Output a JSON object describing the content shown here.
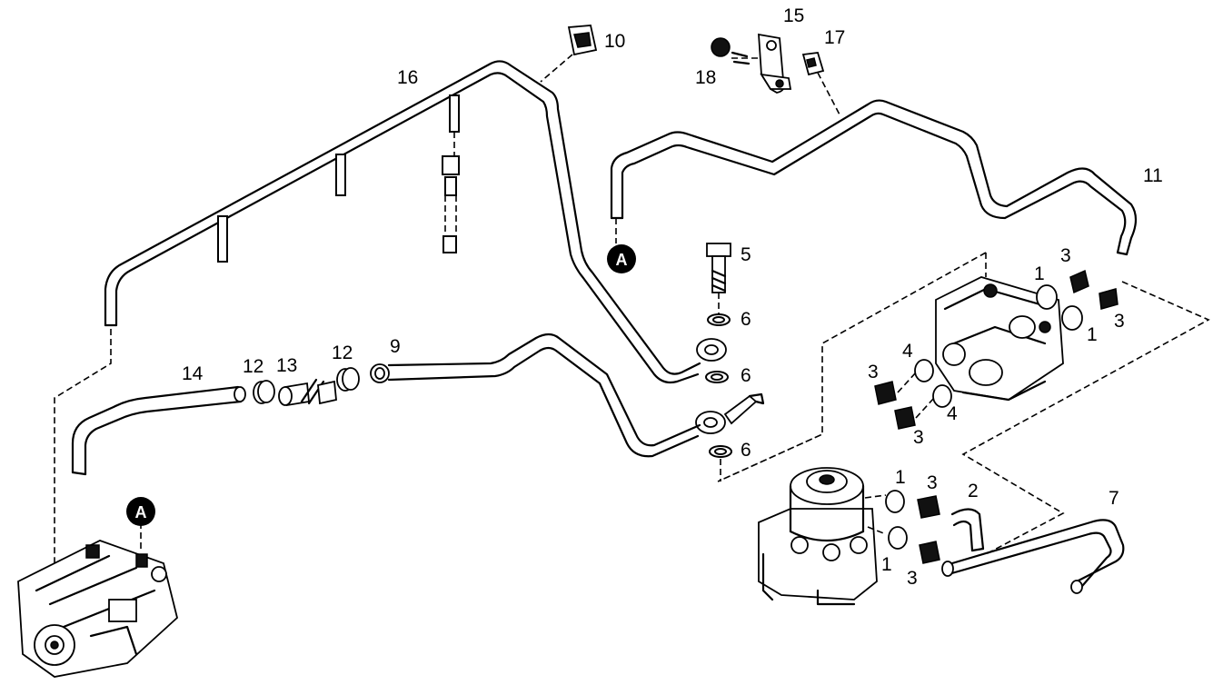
{
  "callouts": {
    "c1a": "1",
    "c1b": "1",
    "c1c": "1",
    "c1d": "1",
    "c2": "2",
    "c3a": "3",
    "c3b": "3",
    "c3c": "3",
    "c3d": "3",
    "c3e": "3",
    "c3f": "3",
    "c4a": "4",
    "c4b": "4",
    "c5": "5",
    "c6a": "6",
    "c6b": "6",
    "c6c": "6",
    "c7": "7",
    "c9": "9",
    "c10": "10",
    "c11": "11",
    "c12a": "12",
    "c12b": "12",
    "c13": "13",
    "c14": "14",
    "c15": "15",
    "c16": "16",
    "c17": "17",
    "c18": "18"
  },
  "markers": {
    "a1": "A",
    "a2": "A"
  }
}
